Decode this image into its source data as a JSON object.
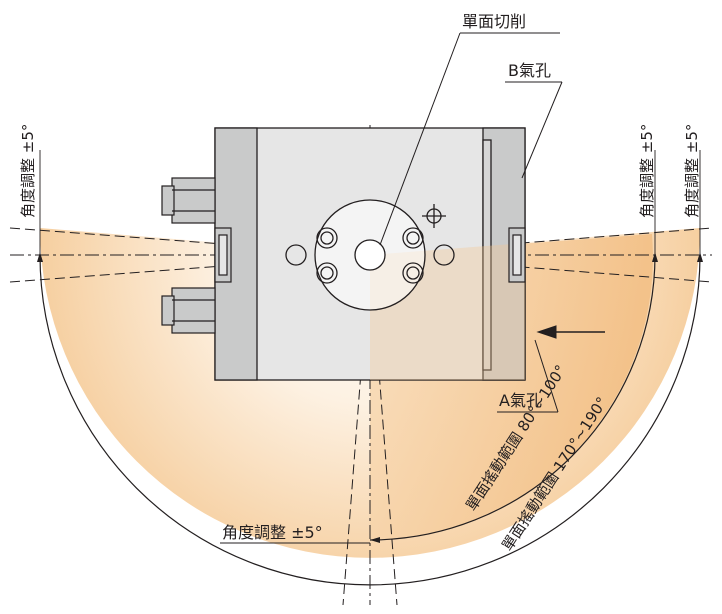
{
  "labels": {
    "single_face_cut": "單面切削",
    "port_b": "B氣孔",
    "port_a": "A氣孔",
    "angle_adj_left": "角度調整 ±5°",
    "angle_adj_right_inner": "角度調整 ±5°",
    "angle_adj_right_outer": "角度調整 ±5°",
    "angle_adj_bottom": "角度調整 ±5°",
    "swing_range_inner": "單面搖動範圍 80°~100°",
    "swing_range_outer": "單面搖動範圍 170°~190°"
  },
  "colors": {
    "range_fill_light": "#fdf1e2",
    "range_fill_mid": "#f9dcb8",
    "range_fill_dark": "#f4c58e",
    "body_gray": "#c9caca",
    "body_light": "#e6e6e6",
    "line": "#231f20"
  }
}
